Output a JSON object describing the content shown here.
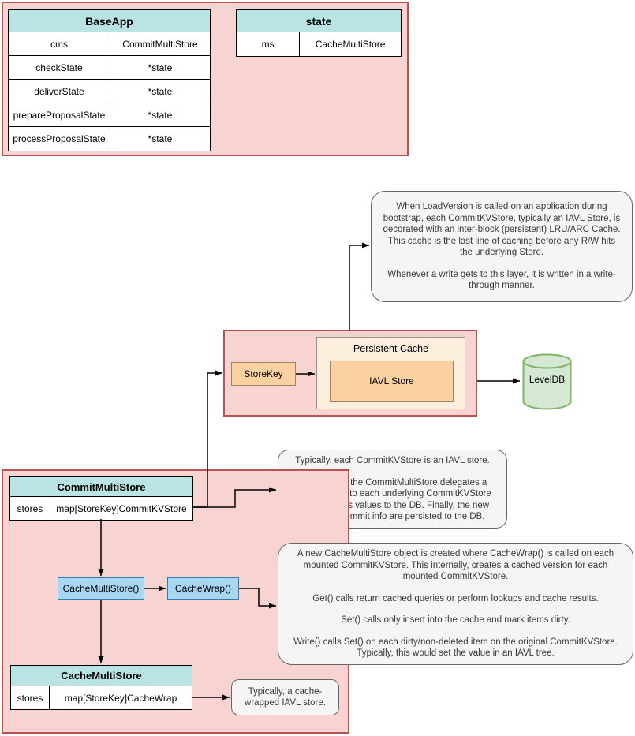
{
  "colors": {
    "group_pink_fill": "#f7d4d1",
    "group_pink_stroke": "#b85450",
    "table_header_teal": "#b9e4e3",
    "orange_fill": "#fbd1a1",
    "orange_stroke": "#9a8468",
    "cream_fill": "#fbeedd",
    "blue_fill": "#a9d7f2",
    "blue_stroke": "#2e7fae",
    "green_fill": "#d5e8d4",
    "green_stroke": "#82b366",
    "bubble_fill": "#f5f5f5",
    "bubble_stroke": "#666666"
  },
  "tables": {
    "baseapp": {
      "title": "BaseApp",
      "rows": [
        [
          "cms",
          "CommitMultiStore"
        ],
        [
          "checkState",
          "*state"
        ],
        [
          "deliverState",
          "*state"
        ],
        [
          "prepareProposalState",
          "*state"
        ],
        [
          "processProposalState",
          "*state"
        ]
      ]
    },
    "state": {
      "title": "state",
      "rows": [
        [
          "ms",
          "CacheMultiStore"
        ]
      ]
    },
    "commit_multi_store": {
      "title": "CommitMultiStore",
      "rows": [
        [
          "stores",
          "map[StoreKey]CommitKVStore"
        ]
      ]
    },
    "cache_multi_store": {
      "title": "CacheMultiStore",
      "rows": [
        [
          "stores",
          "map[StoreKey]CacheWrap"
        ]
      ]
    }
  },
  "nodes": {
    "store_key": "StoreKey",
    "persistent_cache": "Persistent Cache",
    "iavl_store": "IAVL Store",
    "leveldb": "LevelDB",
    "cache_multi_store_fn": "CacheMultiStore()",
    "cache_wrap_fn": "CacheWrap()"
  },
  "notes": {
    "load_version": {
      "paragraphs": [
        "When LoadVersion is called on an application during bootstrap, each CommitKVStore, typically an IAVL Store, is decorated with an inter-block (persistent) LRU/ARC Cache. This cache is the last line of caching before any R/W hits the underlying Store.",
        "Whenever a write gets to this layer, it is written in a write-through manner."
      ]
    },
    "commit_delegation": {
      "paragraphs": [
        "Typically, each CommitKVStore is an IAVL store.",
        "Commit() on the CommitMultiStore delegates a Commit() call to each underlying CommitKVStore which persists values to the DB. Finally, the new version & commit info are persisted to the DB."
      ]
    },
    "cache_wrap_behavior": {
      "paragraphs": [
        "A new CacheMultiStore object is created where CacheWrap() is called on each mounted CommitKVStore. This internally, creates a cached version for each mounted CommitKVStore.",
        "Get() calls return cached queries or perform lookups and cache results.",
        "Set() calls only insert into the cache and mark items dirty.",
        "Write() calls Set() on each dirty/non-deleted item on the original CommitKVStore. Typically, this would set the value in an IAVL tree."
      ]
    },
    "cache_wrapped_iavl": {
      "paragraphs": [
        "Typically, a cache-wrapped IAVL store."
      ]
    }
  }
}
